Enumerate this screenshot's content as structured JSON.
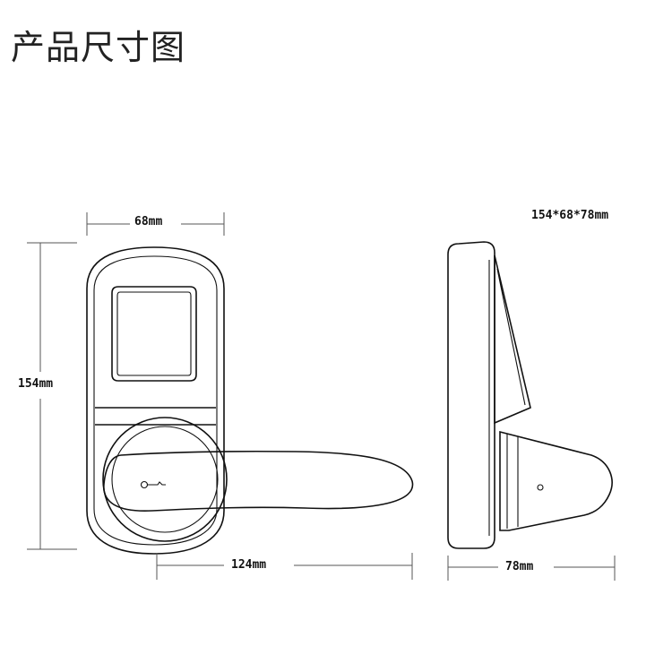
{
  "title": "产品尺寸图",
  "overall_size": "154*68*78mm",
  "dimensions": {
    "width": "68mm",
    "height": "154mm",
    "length": "124mm",
    "depth": "78mm"
  }
}
